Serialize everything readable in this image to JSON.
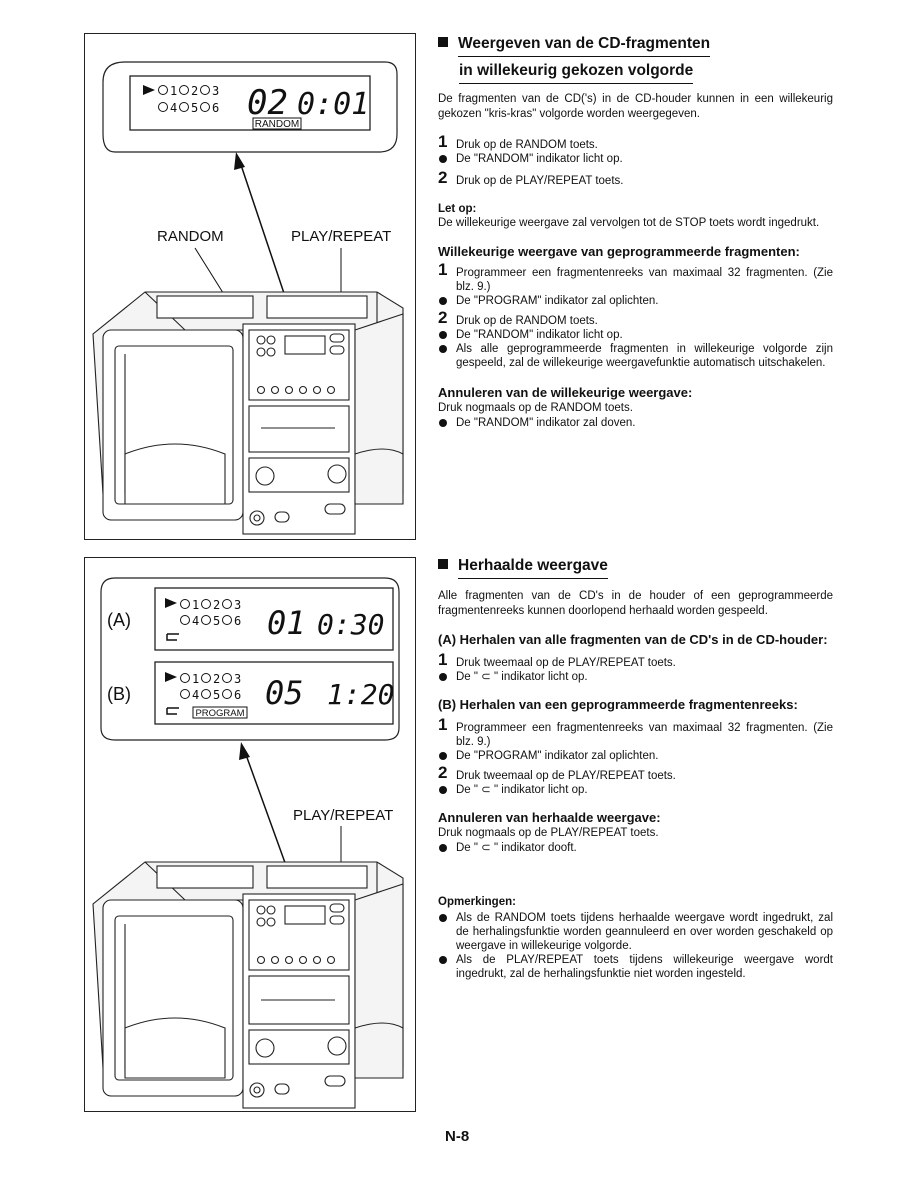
{
  "figure_top": {
    "track_digits": "02",
    "time": "0:01",
    "lcd_row1": [
      "1",
      "2",
      "3"
    ],
    "lcd_row2": [
      "4",
      "5",
      "6"
    ],
    "indicator": "RANDOM",
    "labels": {
      "random": "RANDOM",
      "play_repeat": "PLAY/REPEAT"
    }
  },
  "figure_bottom": {
    "display_a": {
      "tag": "(A)",
      "track_digits": "01",
      "time": "0:30",
      "indicator": ""
    },
    "display_b": {
      "tag": "(B)",
      "track_digits": "05",
      "time": "1:20",
      "indicator": "PROGRAM"
    },
    "lcd_row1": [
      "1",
      "2",
      "3"
    ],
    "lcd_row2": [
      "4",
      "5",
      "6"
    ],
    "labels": {
      "play_repeat": "PLAY/REPEAT"
    }
  },
  "section1": {
    "title_line1": "Weergeven van de CD-fragmenten",
    "title_line2": "in willekeurig gekozen volgorde",
    "intro": "De fragmenten van de CD('s) in de CD-houder kunnen in een willekeurig gekozen \"kris-kras\" volgorde worden weergegeven.",
    "steps": [
      {
        "num": "1",
        "text": "Druk op de RANDOM toets."
      },
      {
        "bullet": "De \"RANDOM\" indikator licht op."
      },
      {
        "num": "2",
        "text": "Druk op de PLAY/REPEAT toets."
      }
    ],
    "note_heading": "Let op:",
    "note_text": "De willekeurige weergave zal vervolgen tot de STOP toets wordt ingedrukt.",
    "sub1_title": "Willekeurige weergave van geprogrammeerde fragmenten:",
    "sub1_items": [
      {
        "num": "1",
        "text": "Programmeer een fragmentenreeks van maximaal 32 fragmenten. (Zie blz. 9.)"
      },
      {
        "bullet": "De \"PROGRAM\" indikator zal oplichten."
      },
      {
        "num": "2",
        "text": "Druk op de RANDOM toets."
      },
      {
        "bullet": "De \"RANDOM\" indikator licht op."
      },
      {
        "bullet": "Als alle geprogrammeerde fragmenten in willekeurige volgorde zijn gespeeld, zal de willekeurige weergavefunktie automatisch uitschakelen."
      }
    ],
    "sub2_title": "Annuleren van de willekeurige weergave:",
    "sub2_text": "Druk nogmaals op de RANDOM toets.",
    "sub2_bullet": "De \"RANDOM\" indikator zal doven."
  },
  "section2": {
    "title": "Herhaalde weergave",
    "intro": "Alle fragmenten van de CD's in de houder of een geprogrammeerde fragmentenreeks kunnen doorlopend herhaald worden gespeeld.",
    "subA_title": "(A) Herhalen van alle fragmenten van de CD's in de CD-houder:",
    "subA_items": [
      {
        "num": "1",
        "text": "Druk tweemaal op de PLAY/REPEAT toets."
      },
      {
        "bullet": "De \" ⊂ \" indikator licht op."
      }
    ],
    "subB_title": "(B) Herhalen van een geprogrammeerde fragmentenreeks:",
    "subB_items": [
      {
        "num": "1",
        "text": "Programmeer een fragmentenreeks van maximaal 32 fragmenten. (Zie blz. 9.)"
      },
      {
        "bullet": "De \"PROGRAM\" indikator zal oplichten."
      },
      {
        "num": "2",
        "text": "Druk tweemaal op de PLAY/REPEAT toets."
      },
      {
        "bullet": "De \" ⊂ \" indikator licht op."
      }
    ],
    "cancel_title": "Annuleren van herhaalde weergave:",
    "cancel_text": "Druk nogmaals op de PLAY/REPEAT toets.",
    "cancel_bullet": "De \" ⊂ \" indikator dooft.",
    "remarks_heading": "Opmerkingen:",
    "remarks": [
      "Als de RANDOM toets tijdens herhaalde weergave wordt ingedrukt, zal de herhalingsfunktie worden geannuleerd en over worden geschakeld op weergave in willekeurige volgorde.",
      "Als de PLAY/REPEAT toets tijdens willekeurige weergave wordt ingedrukt, zal de herhalingsfunktie niet worden ingesteld."
    ]
  },
  "page_number": "N-8"
}
